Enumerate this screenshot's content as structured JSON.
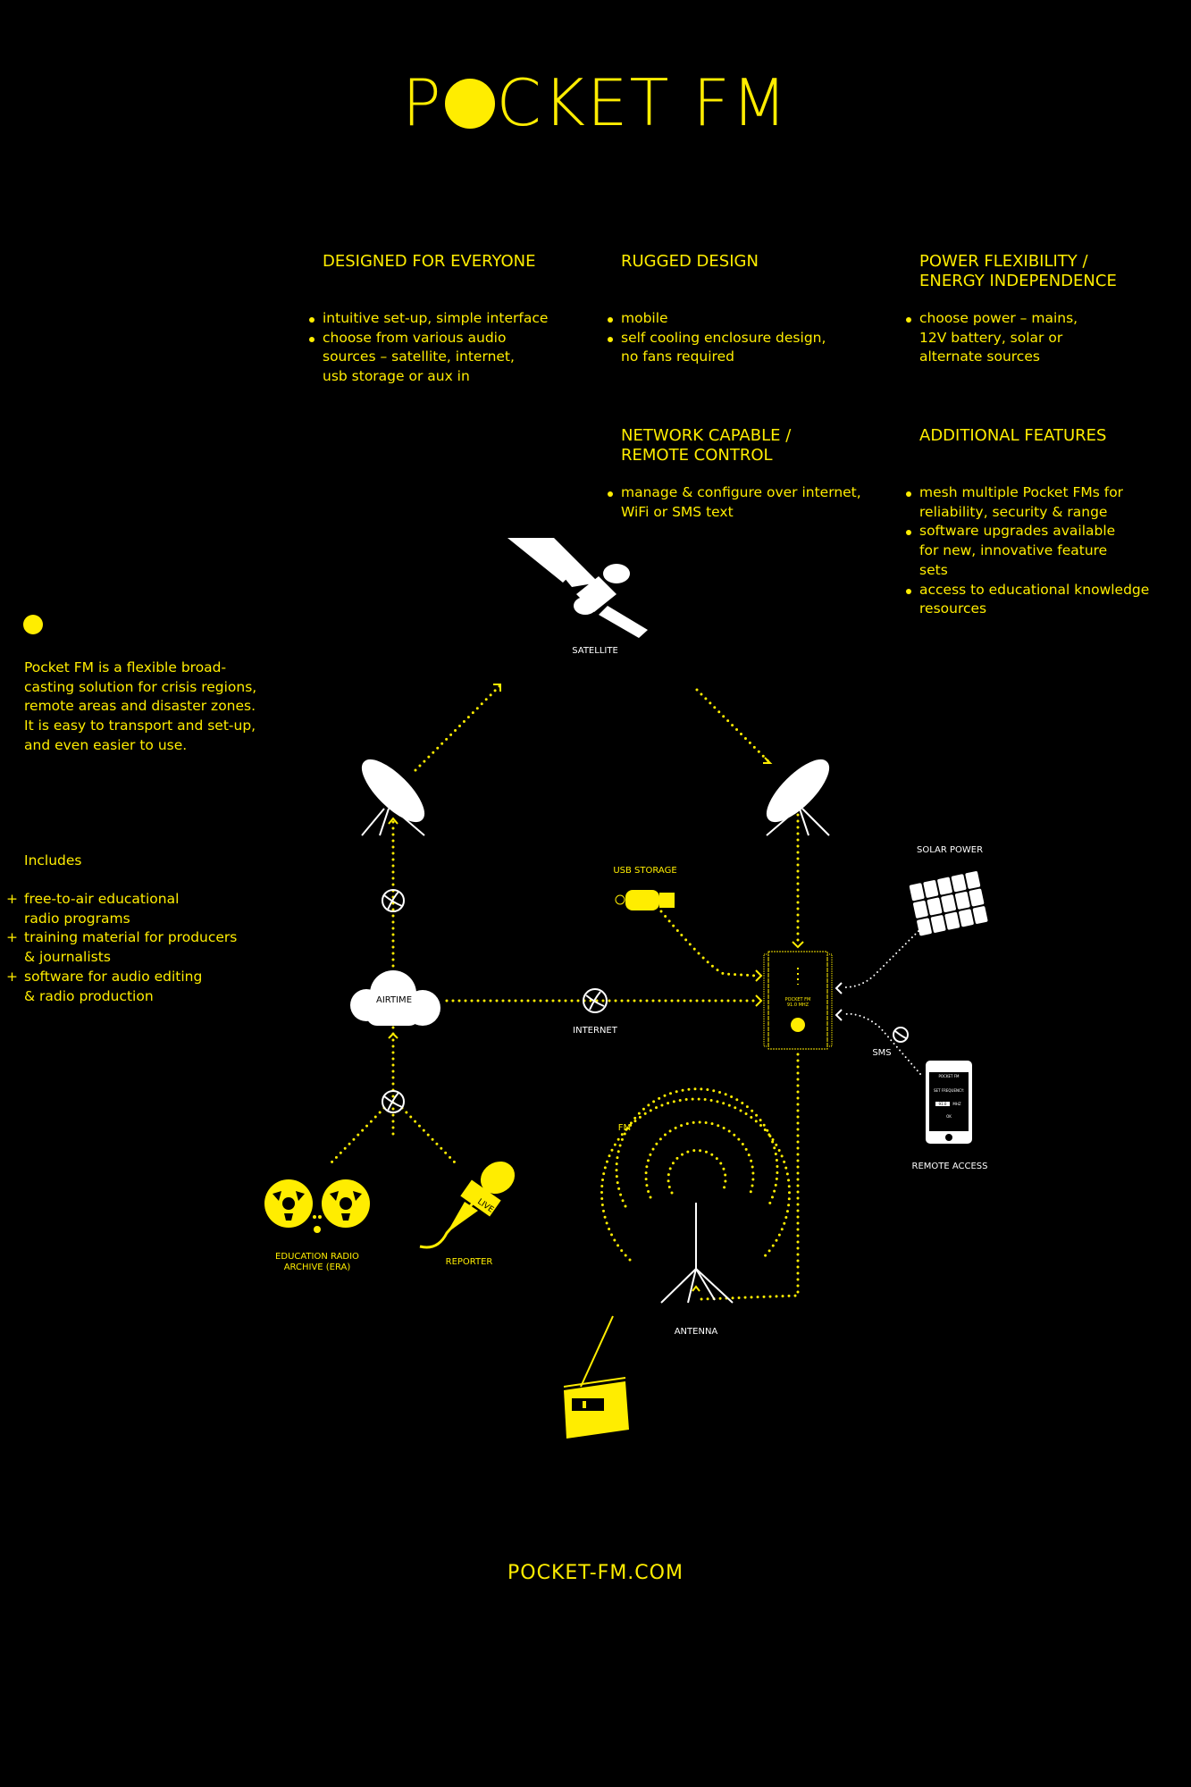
{
  "title": {
    "pre": "P",
    "post": "CKET FM"
  },
  "features": [
    {
      "heading": "DESIGNED FOR EVERYONE",
      "bullets": [
        "intuitive set-up, simple interface",
        "choose from various audio sources – satellite, internet, usb storage or aux in"
      ]
    },
    {
      "heading": "RUGGED DESIGN",
      "bullets": [
        "mobile",
        "self cooling enclosure design, no fans required"
      ]
    },
    {
      "heading": "POWER FLEXIBILITY / ENERGY INDEPENDENCE",
      "bullets": [
        "choose power – mains, 12V battery, solar or alternate sources"
      ]
    },
    {
      "heading": "NETWORK CAPABLE / REMOTE CONTROL",
      "bullets": [
        "manage & configure over internet, WiFi or SMS text"
      ]
    },
    {
      "heading": "ADDITIONAL FEATURES",
      "bullets": [
        "mesh multiple Pocket FMs for reliability, security & range",
        "software upgrades available for new, innovative feature sets",
        "access to educational knowledge resources"
      ]
    }
  ],
  "intro": "Pocket FM is a flexible broad-casting solution for crisis regions, remote areas and disaster zones. It is easy to transport and set-up, and even easier to use.",
  "includes": {
    "heading": "Includes",
    "items": [
      "free-to-air educational radio programs",
      "training material for producers & journalists",
      "software for audio editing & radio production"
    ]
  },
  "diagram": {
    "satellite": "SATELLITE",
    "airtime": "AIRTIME",
    "internet": "INTERNET",
    "usb": "USB STORAGE",
    "solar": "SOLAR POWER",
    "sms": "SMS",
    "remote": "REMOTE ACCESS",
    "fm": "FM",
    "antenna": "ANTENNA",
    "era": "EDUCATION RADIO ARCHIVE (ERA)",
    "reporter": "REPORTER",
    "live": "LIVE",
    "device_name": "POCKET FM",
    "device_freq": "91.0 MHZ",
    "phone_title": "POCKET FM",
    "phone_set": "SET FREQUENCY:",
    "phone_value": "91.0",
    "phone_unit": "MHZ",
    "phone_ok": "OK"
  },
  "website": "POCKET-FM.COM",
  "colors": {
    "accent": "#ffed00",
    "background": "#000000",
    "white": "#ffffff"
  }
}
